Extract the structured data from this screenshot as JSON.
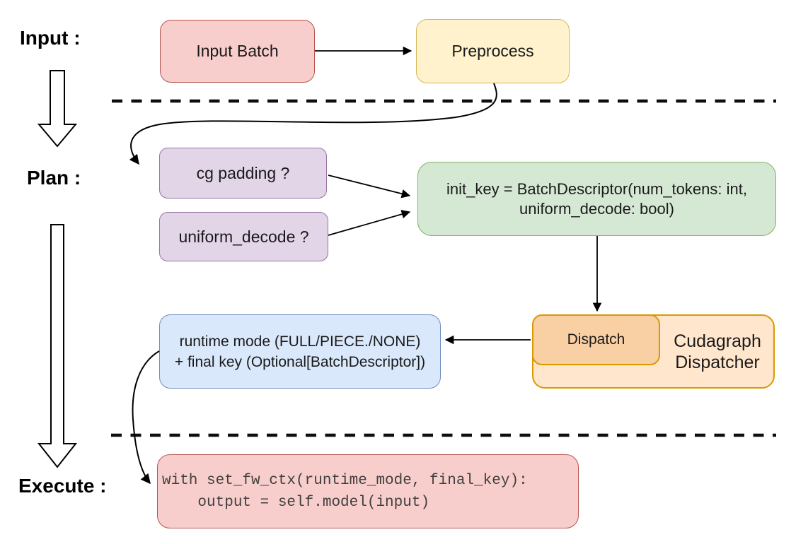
{
  "diagram": {
    "section_labels": {
      "input": "Input :",
      "plan": "Plan :",
      "execute": "Execute :"
    },
    "nodes": {
      "input_batch": {
        "label": "Input Batch",
        "fill": "#f8cecc",
        "stroke": "#b85450"
      },
      "preprocess": {
        "label": "Preprocess",
        "fill": "#fff2cc",
        "stroke": "#d6b656"
      },
      "cg_padding": {
        "label": "cg padding ?",
        "fill": "#e1d5e7",
        "stroke": "#9673a6"
      },
      "uniform_decode": {
        "label": "uniform_decode ?",
        "fill": "#e1d5e7",
        "stroke": "#9673a6"
      },
      "init_key": {
        "line1": "init_key = BatchDescriptor(num_tokens: int,",
        "line2": "uniform_decode: bool)",
        "fill": "#d5e8d4",
        "stroke": "#82b366"
      },
      "runtime_mode": {
        "line1": "runtime mode (FULL/PIECE./NONE)",
        "line2": "+ final key (Optional[BatchDescriptor])",
        "fill": "#dae8fc",
        "stroke": "#6c8ebf"
      },
      "dispatch": {
        "label": "Dispatch",
        "fill": "#f9cfa4",
        "stroke": "#d79b00"
      },
      "cudagraph_dispatcher": {
        "line1": "Cudagraph",
        "line2": "Dispatcher",
        "fill": "#ffe6cc",
        "stroke": "#d79b00"
      },
      "execute_code": {
        "code_line1": "with set_fw_ctx(runtime_mode, final_key):",
        "code_line2": "    output = self.model(input)",
        "fill": "#f8cecc",
        "stroke": "#b85450"
      }
    },
    "connector_color": "#000000"
  }
}
